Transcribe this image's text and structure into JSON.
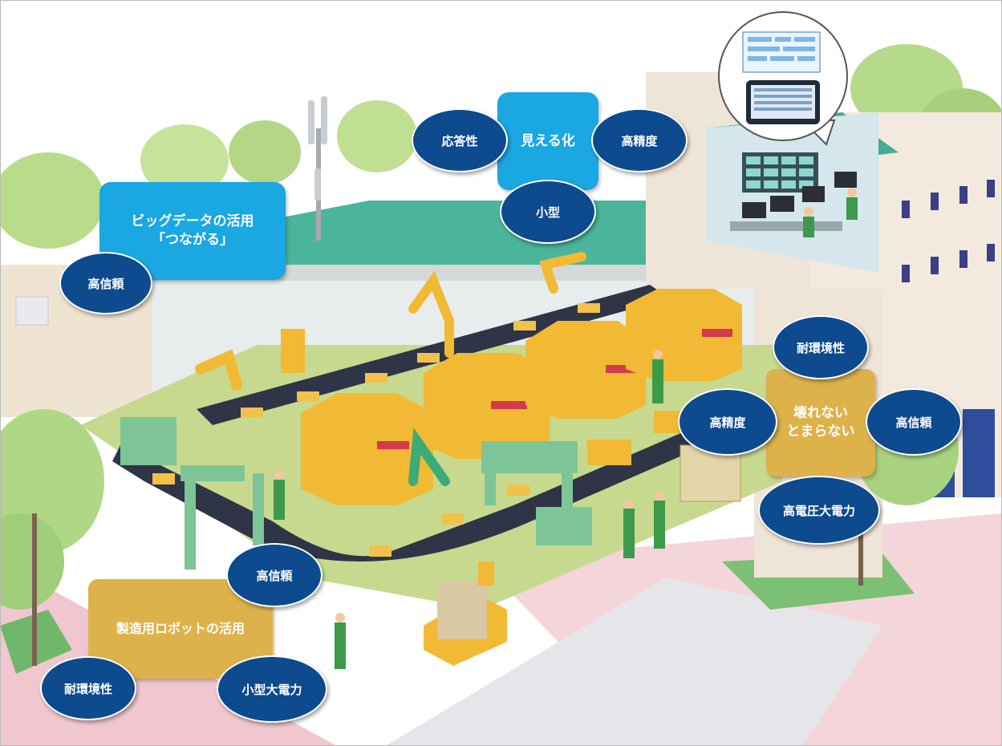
{
  "callouts": {
    "bigdata": {
      "line1": "ビッグデータの活用",
      "line2": "「つながる」",
      "oval": "高信頼"
    },
    "visibility": {
      "label": "見える化",
      "ovals": [
        "応答性",
        "高精度",
        "小型"
      ]
    },
    "robust": {
      "line1": "壊れない",
      "line2": "とまらない",
      "ovals": [
        "耐環境性",
        "高精度",
        "高信頼",
        "高電圧大電力"
      ]
    },
    "robot": {
      "label": "製造用ロボットの活用",
      "ovals": [
        "高信頼",
        "耐環境性",
        "小型大電力"
      ]
    }
  },
  "colors": {
    "callout_blue": "#1aa7e2",
    "callout_gold": "#ddb24a",
    "oval_navy": "#0d4a8e"
  }
}
